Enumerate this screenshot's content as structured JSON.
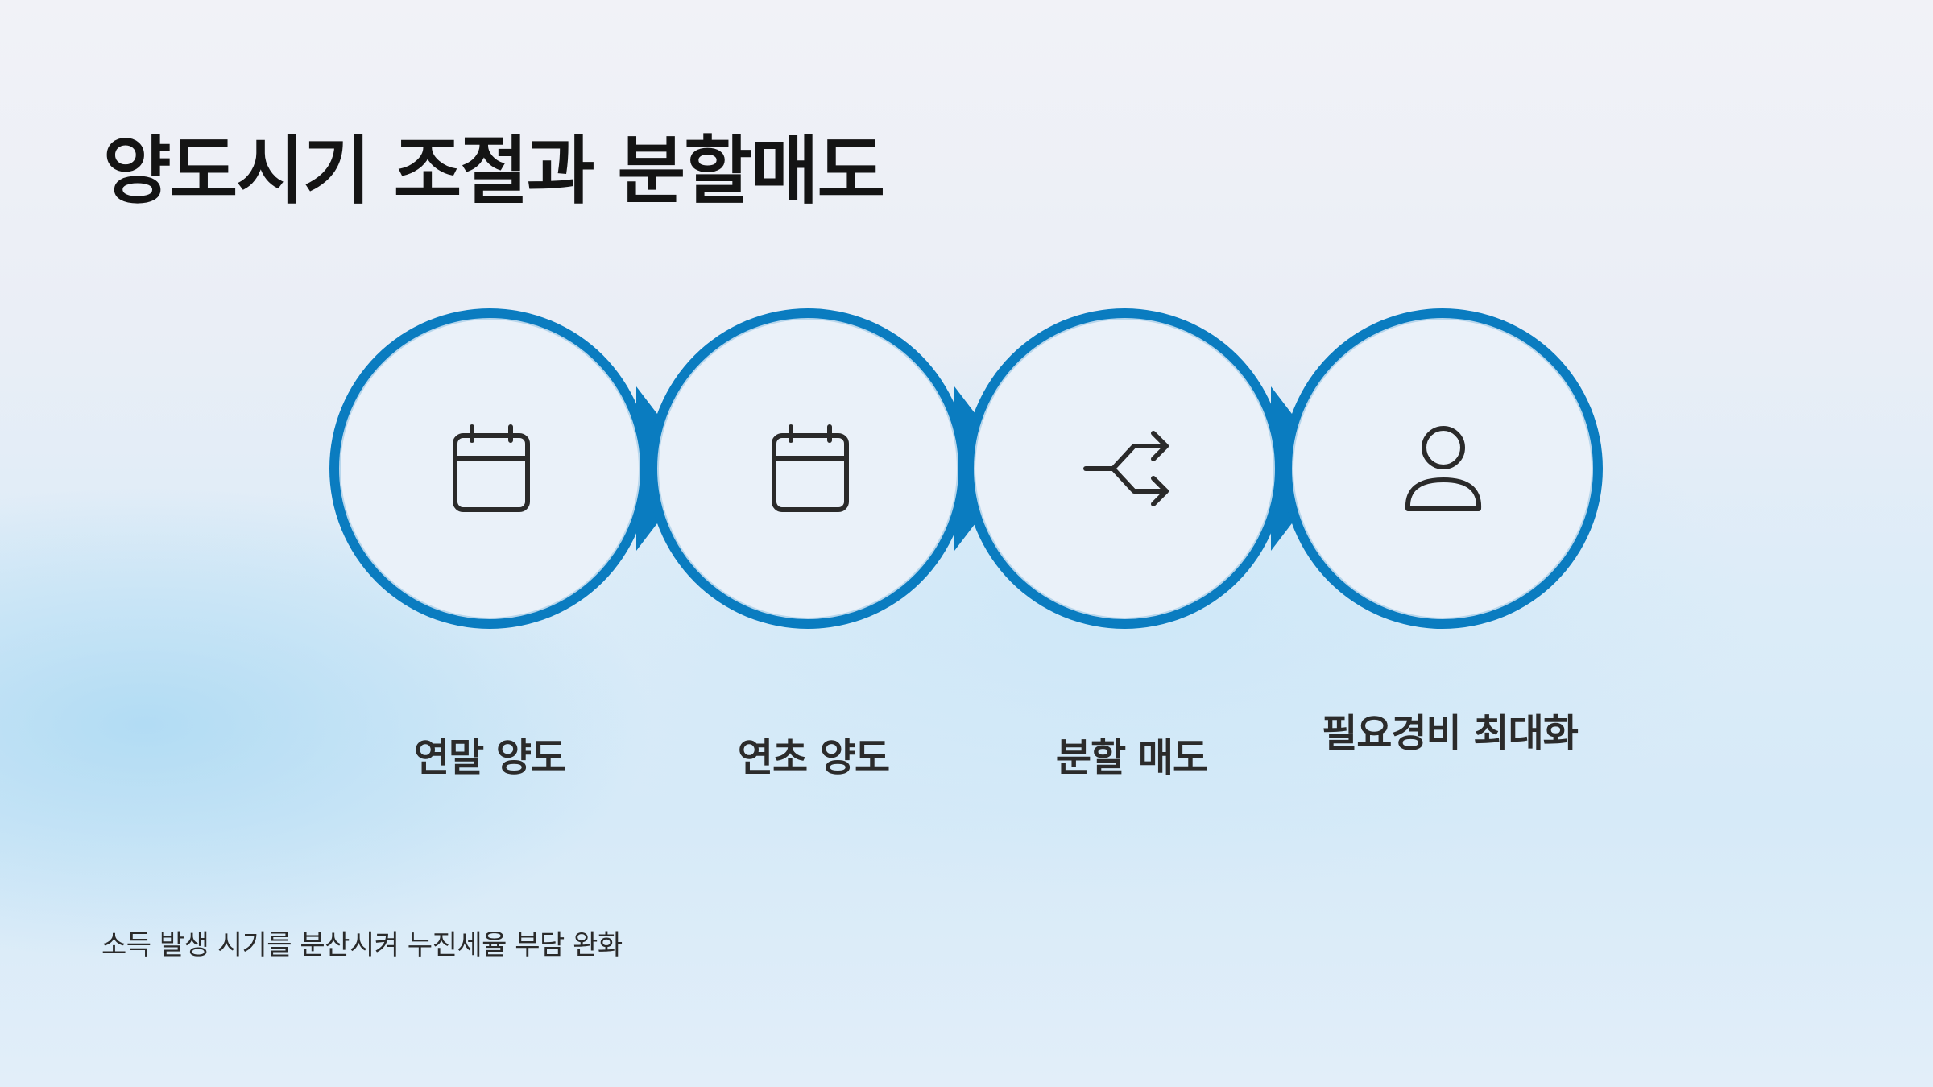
{
  "title": "양도시기 조절과 분할매도",
  "accent_color": "#0a7cc0",
  "steps": [
    {
      "label": "연말 양도",
      "icon": "calendar-icon"
    },
    {
      "label": "연초 양도",
      "icon": "calendar-icon"
    },
    {
      "label": "분할 매도",
      "icon": "split-arrows-icon"
    },
    {
      "label": "필요경비 최대화",
      "icon": "person-icon"
    }
  ],
  "footnote": "소득 발생 시기를 분산시켜 누진세율 부담 완화"
}
